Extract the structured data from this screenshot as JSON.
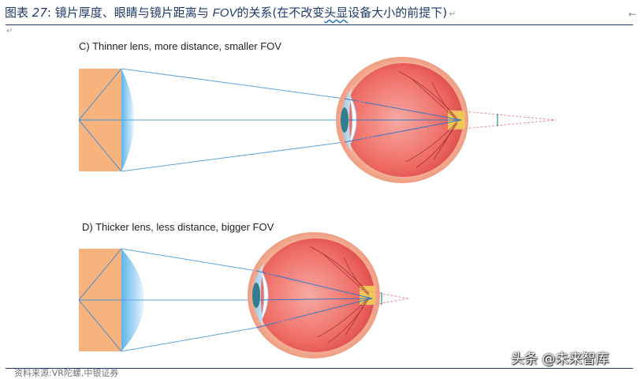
{
  "caption": {
    "prefix": "图表",
    "number": "27",
    "colon": ":",
    "text_main": "镜片厚度、眼睛与镜片距离与",
    "fov": "FOV",
    "text_rest_a": "的关系(在不改变",
    "text_wavy": "头显",
    "text_rest_b": "设备大小的前提下)",
    "return_mark": "↵",
    "right_arrow": "←"
  },
  "small_return_mark": "↵",
  "panels": [
    {
      "title": "C) Thinner lens, more distance, smaller FOV"
    },
    {
      "title": "D) Thicker lens, less distance, bigger FOV"
    }
  ],
  "source_text": "资料来源:VR陀螺,中银证券",
  "watermark": "头条 @未来智库",
  "colors": {
    "caption_text": "#1f3a6b",
    "screen_fill": "#f7b37e",
    "lens_fill": "#7cc3ee",
    "ray_line": "#3e8ed0",
    "sclera": "#f39a7c",
    "retina": "#e84d4d"
  },
  "icons": {
    "return": "paragraph-return-icon",
    "arrow": "left-arrow-icon"
  }
}
